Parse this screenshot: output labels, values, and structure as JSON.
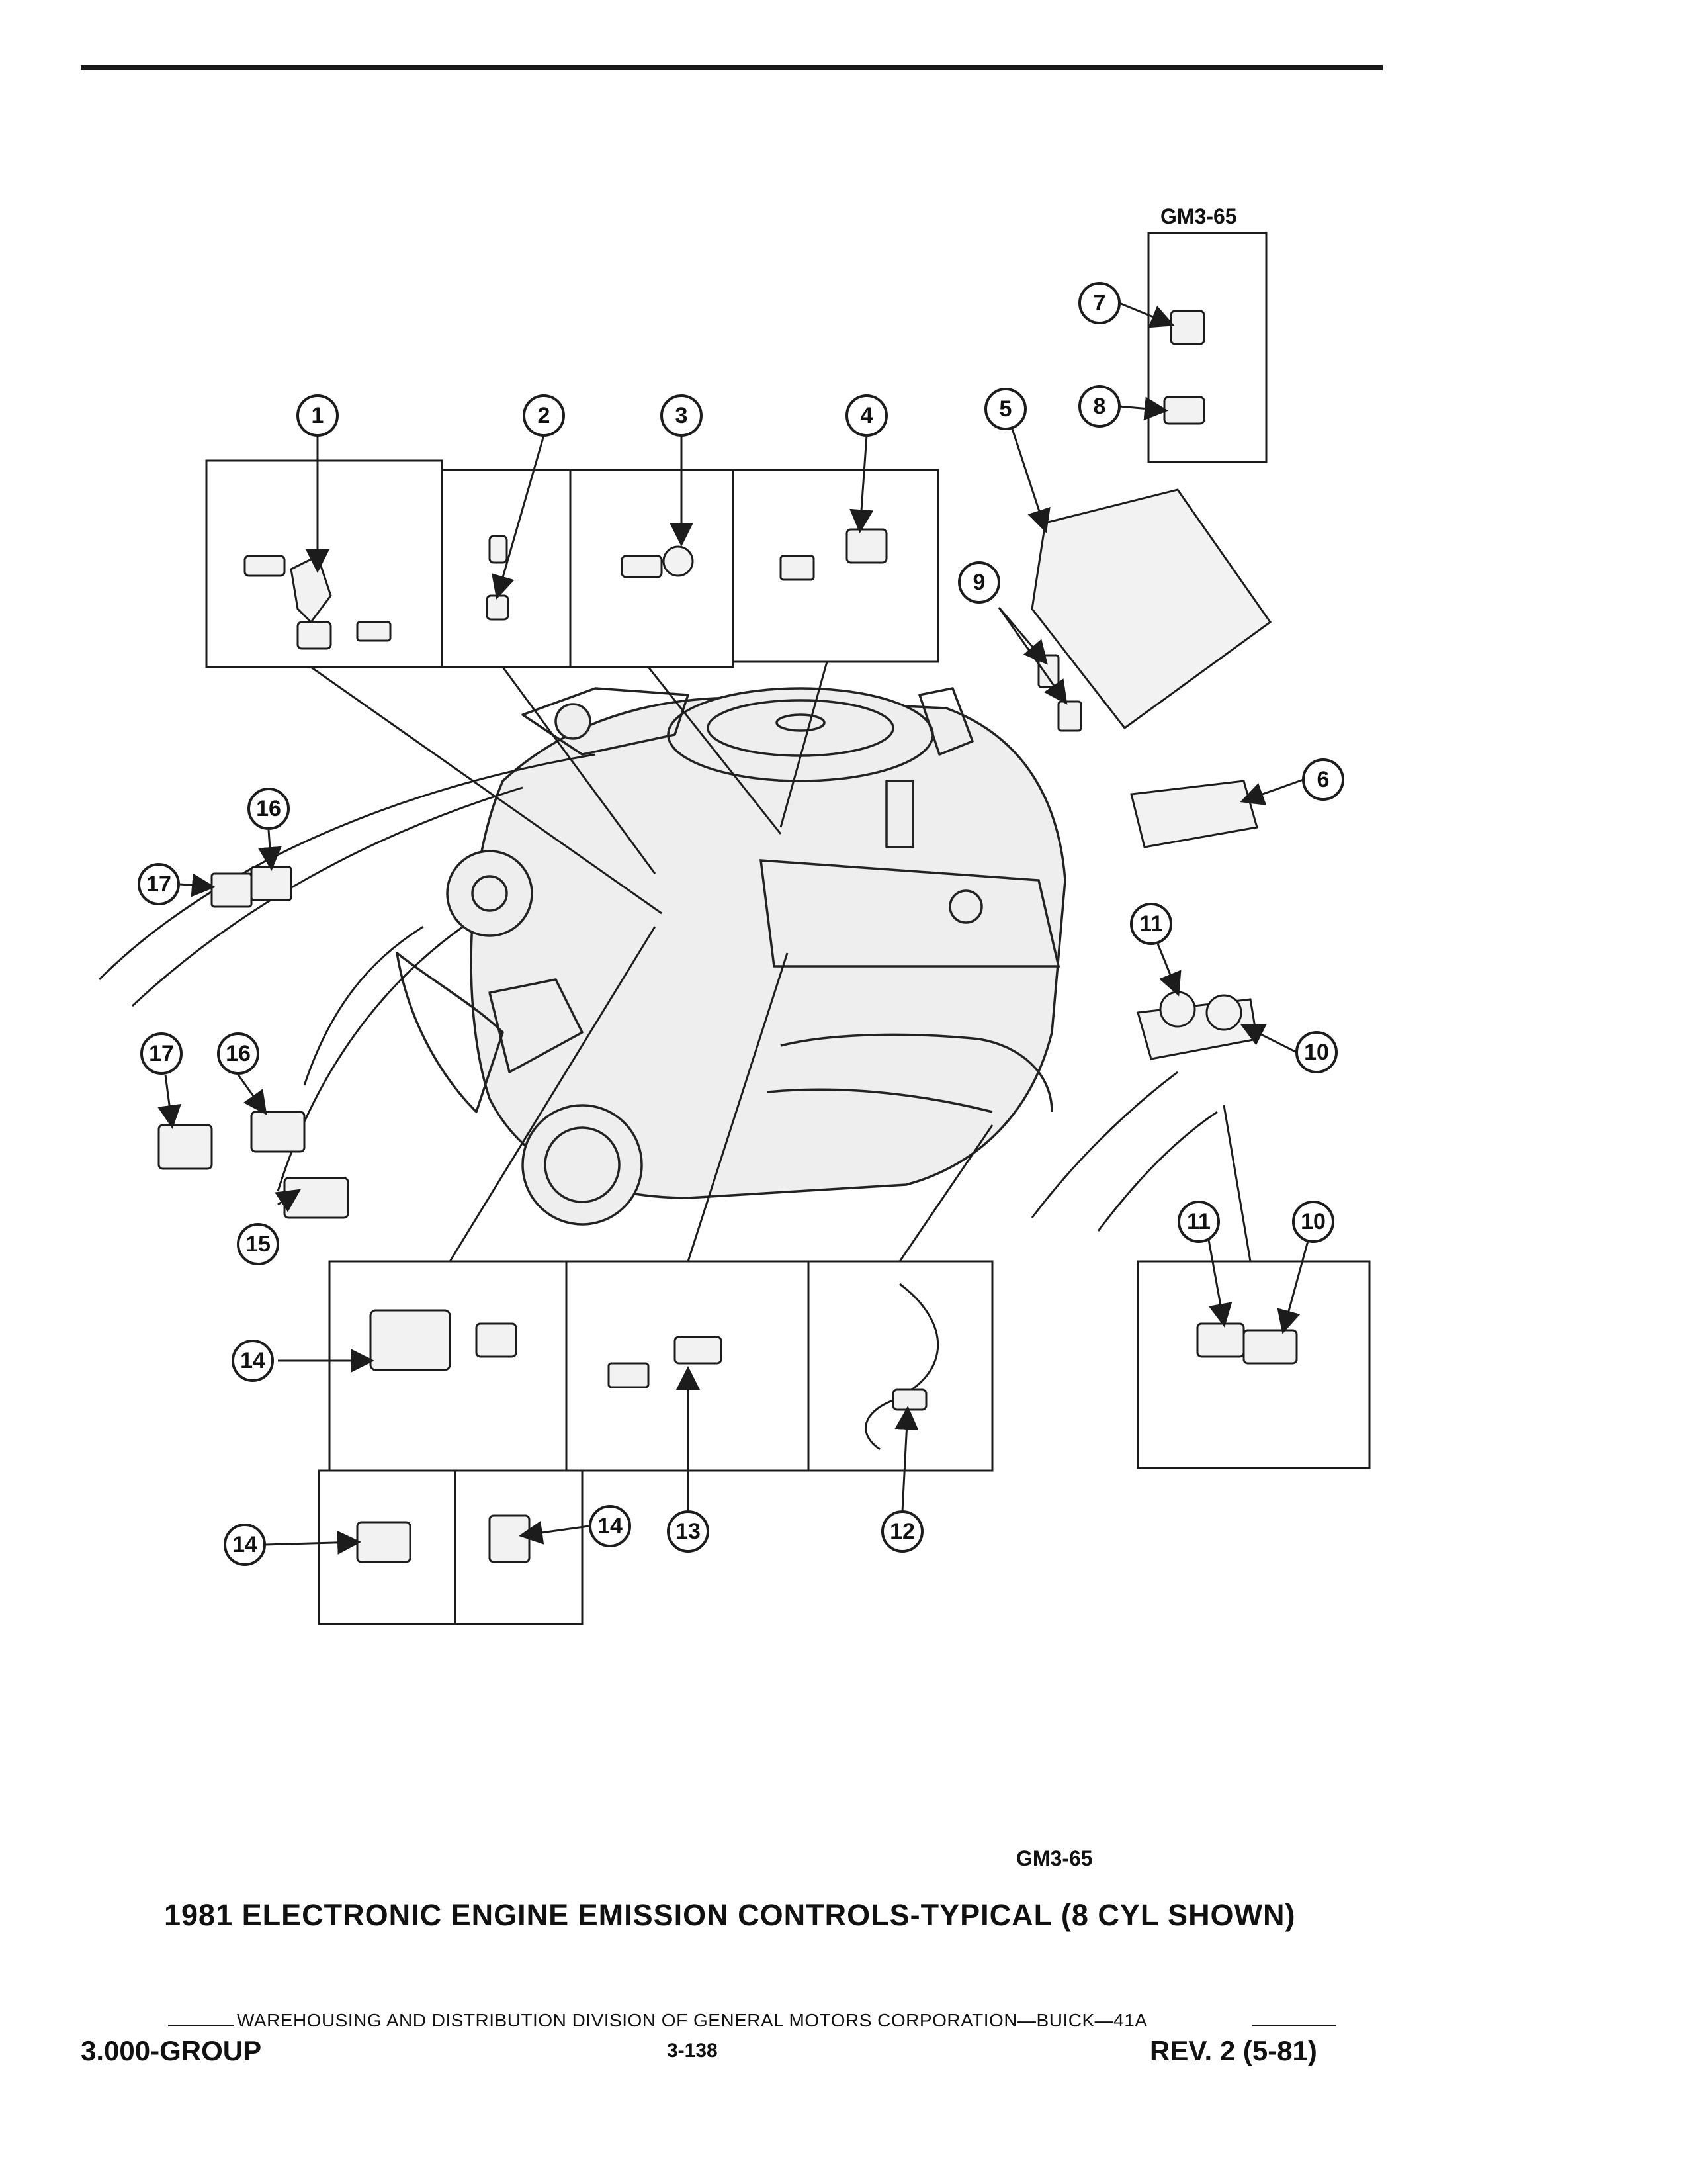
{
  "figure": {
    "inset_label": "GM3-65",
    "reference_code": "GM3-65",
    "title": "1981 ELECTRONIC ENGINE EMISSION CONTROLS-TYPICAL (8 CYL SHOWN)"
  },
  "callouts": [
    "1",
    "2",
    "3",
    "4",
    "5",
    "6",
    "7",
    "8",
    "9",
    "10",
    "10",
    "11",
    "11",
    "12",
    "13",
    "14",
    "14",
    "14",
    "15",
    "16",
    "16",
    "17",
    "17"
  ],
  "footer": {
    "division_line": "WAREHOUSING AND DISTRIBUTION  DIVISION OF GENERAL MOTORS CORPORATION—BUICK—41A",
    "group": "3.000-GROUP",
    "page_number": "3-138",
    "revision": "REV. 2 (5-81)"
  }
}
